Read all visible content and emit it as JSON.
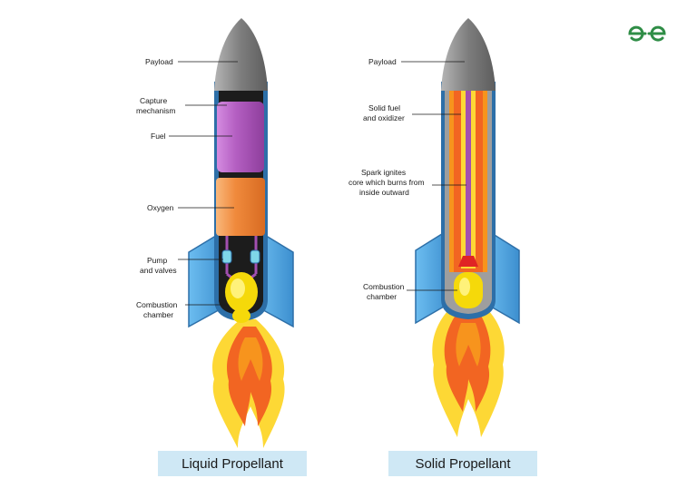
{
  "brand": {
    "logo_text": "GfG",
    "color": "#2f8d46"
  },
  "left_rocket": {
    "caption": "Liquid Propellant",
    "labels": {
      "payload": "Payload",
      "capture_1": "Capture",
      "capture_2": "mechanism",
      "fuel": "Fuel",
      "oxygen": "Oxygen",
      "pump_1": "Pump",
      "pump_2": "and valves",
      "combustion_1": "Combustion",
      "combustion_2": "chamber"
    }
  },
  "right_rocket": {
    "caption": "Solid Propellant",
    "labels": {
      "payload": "Payload",
      "solid_1": "Solid fuel",
      "solid_2": "and oxidizer",
      "spark_1": "Spark ignites",
      "spark_2": "core which burns from",
      "spark_3": "inside outward",
      "combustion_1": "Combustion",
      "combustion_2": "chamber"
    }
  },
  "colors": {
    "nose": "#8a8a8a",
    "body": "#2d6fa8",
    "fins": "#4aa3df",
    "fuel": "#a24fb0",
    "oxygen": "#f08a3c",
    "flame_outer": "#fdd835",
    "flame_inner": "#f26522",
    "caption_bg": "#cfe8f5"
  }
}
